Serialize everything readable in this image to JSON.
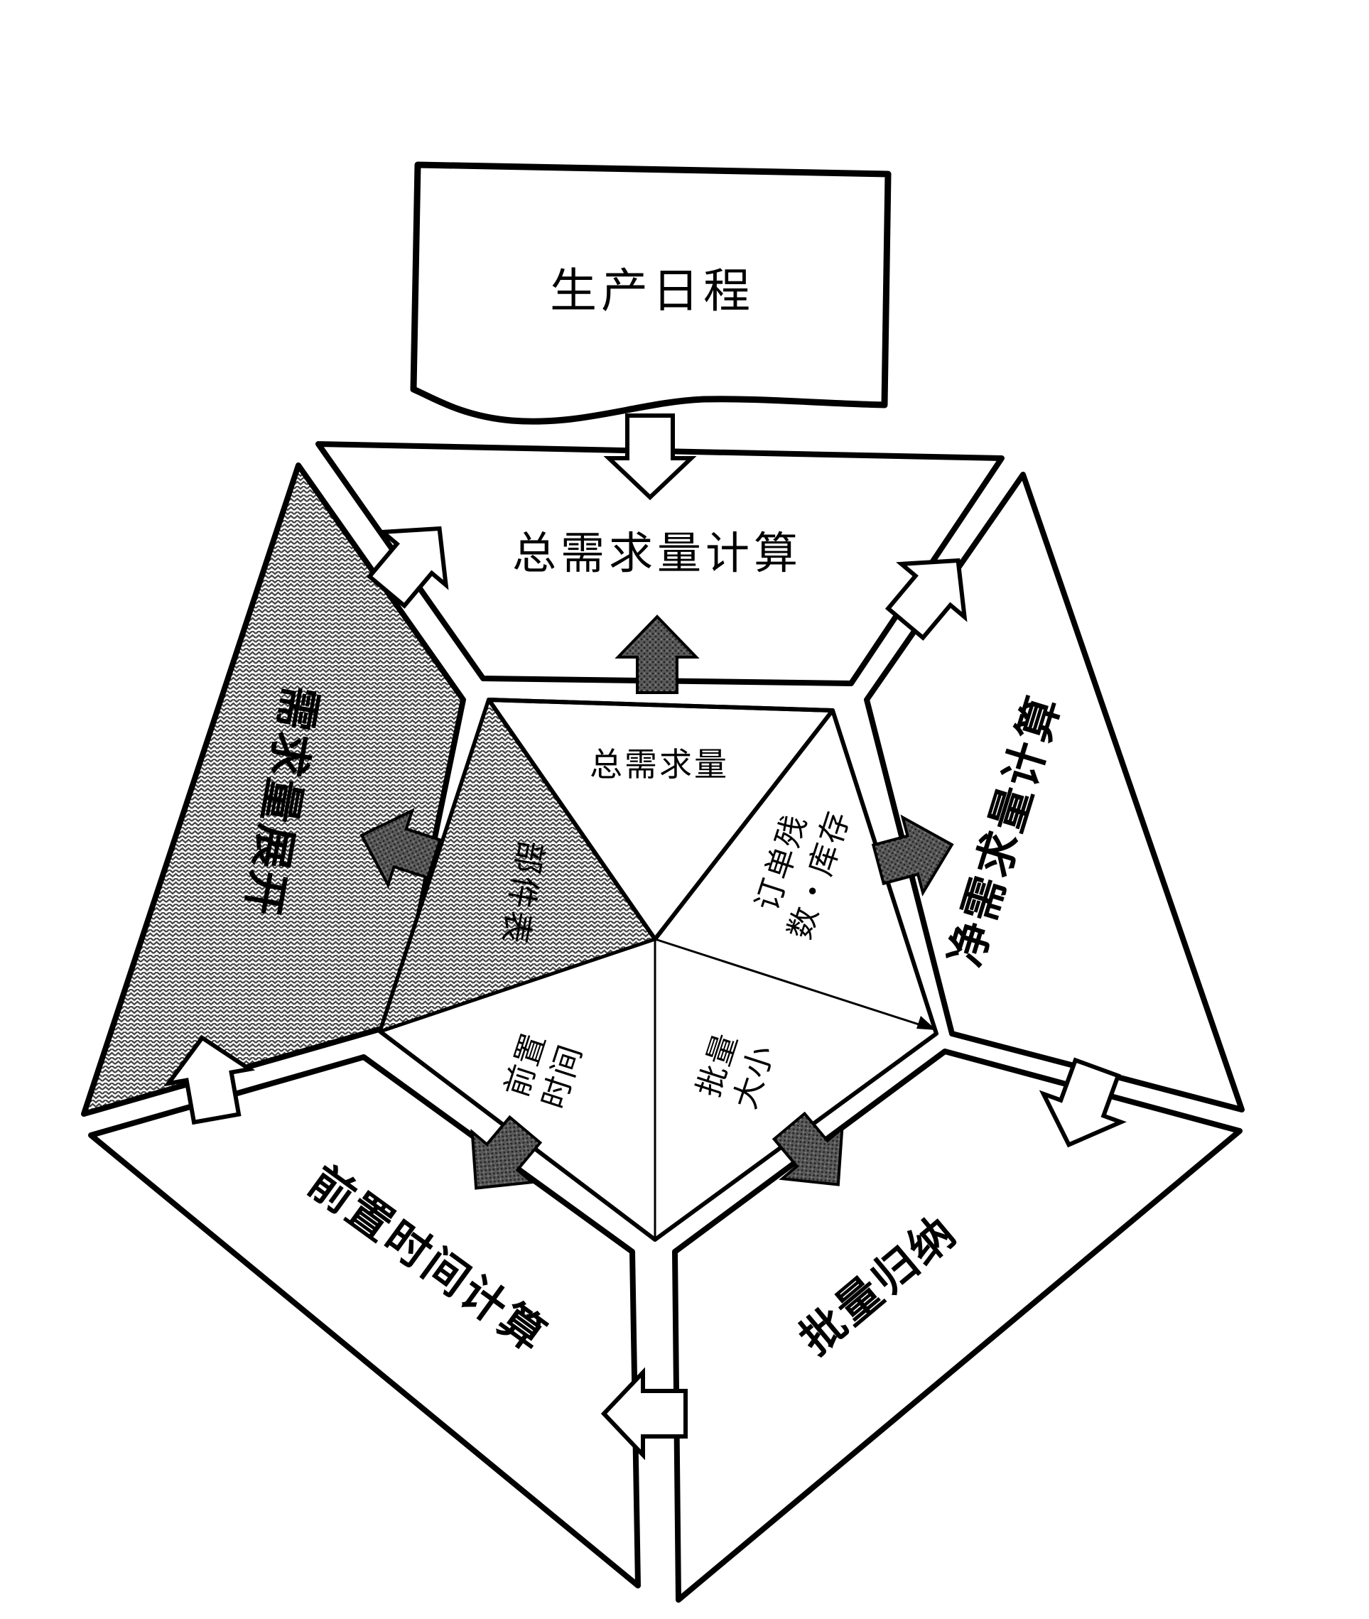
{
  "diagram": {
    "top_box": "生产日程",
    "top_panel": "总需求量计算",
    "right_panel": "净需求量计算",
    "bottom_right_panel": "批量归纳",
    "bottom_left_panel": "前置时间计算",
    "left_panel": "需求量展开",
    "core": {
      "top": "总需求量",
      "upper_left": "部件表",
      "upper_right_line1": "订单残",
      "upper_right_line2": "数・库存",
      "lower_left_line1": "前置",
      "lower_left_line2": "时间",
      "lower_right_line1": "批量",
      "lower_right_line2": "大小"
    }
  },
  "colors": {
    "ink": "#000000",
    "paper": "#ffffff",
    "stipple_arrow": "#555555",
    "shaded_panel": "#bdbdbd"
  }
}
